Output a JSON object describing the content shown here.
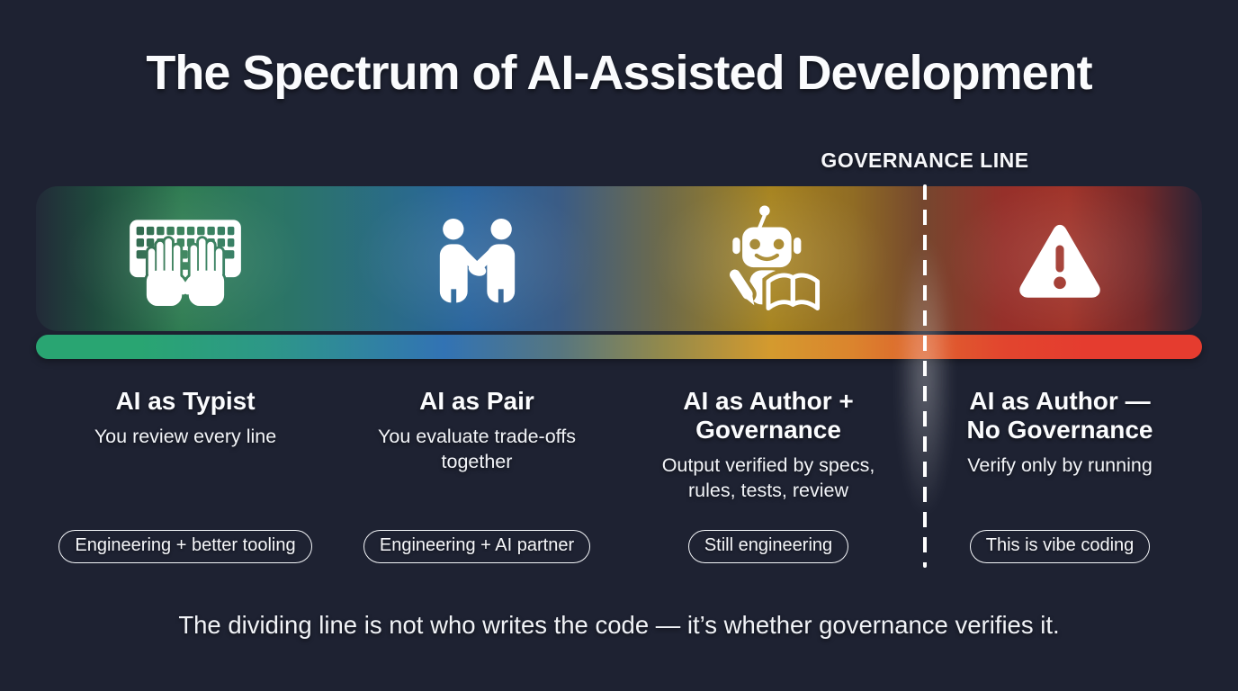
{
  "title": "The Spectrum of AI-Assisted Development",
  "governance_label": "GOVERNANCE LINE",
  "columns": [
    {
      "icon": "keyboard-hands-icon",
      "heading": "AI as Typist",
      "description": "You review every line",
      "badge": "Engineering + better tooling"
    },
    {
      "icon": "handshake-icon",
      "heading": "AI as Pair",
      "description": "You evaluate trade-offs\ntogether",
      "badge": "Engineering + AI partner"
    },
    {
      "icon": "robot-writer-icon",
      "heading": "AI as Author +\nGovernance",
      "description": "Output verified by specs,\nrules, tests, review",
      "badge": "Still engineering"
    },
    {
      "icon": "warning-triangle-icon",
      "heading": "AI as Author —\nNo Governance",
      "description": "Verify only by running",
      "badge": "This is vibe coding"
    }
  ],
  "footer": "The dividing line is not who writes the code — it’s whether governance verifies it.",
  "colors": {
    "background": "#1e2232",
    "text": "#ffffff",
    "spectrum_band": [
      "#2f7c52",
      "#2a659e",
      "#a6831f",
      "#a03329"
    ],
    "spectrum_bar": [
      "#29a572",
      "#3273b4",
      "#d49a2e",
      "#e53c2f"
    ],
    "governance_line": "#ffffff"
  }
}
